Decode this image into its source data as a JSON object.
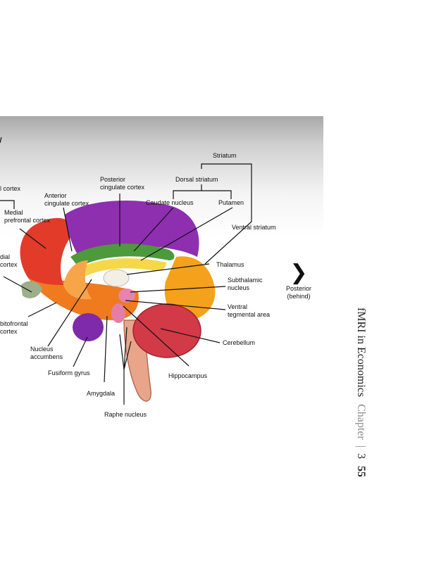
{
  "figure": {
    "labels": {
      "striatum": "Striatum",
      "dorsal_striatum": "Dorsal striatum",
      "caudate_nucleus": "Caudate nucleus",
      "putamen": "Putamen",
      "ventral_striatum": "Ventral striatum",
      "posterior_cingulate": "Posterior\ncingulate cortex",
      "anterior_cingulate": "Anterior\ncingulate cortex",
      "lateral_cortex_partial": "l cortex",
      "medial_prefrontal": "Medial\nprefrontal cortex",
      "medial_partial": "dial\ncortex",
      "orbitofrontal_partial": "bitofrontal\ncortex",
      "thalamus": "Thalamus",
      "subthalamic": "Subthalamic\nnucleus",
      "vta": "Ventral\ntegmental area",
      "cerebellum": "Cerebellum",
      "hippocampus": "Hippocampus",
      "nucleus_accumbens": "Nucleus\naccumbens",
      "fusiform_gyrus": "Fusiform gyrus",
      "amygdala": "Amygdala",
      "raphe_nucleus": "Raphe nucleus"
    },
    "nav": {
      "icon": "chevron-right-icon",
      "label": "Posterior\n(behind)"
    }
  },
  "running_head": {
    "title": "fMRI in Economics",
    "chapter_label": "Chapter",
    "separator": "|",
    "chapter_number": "3",
    "page_number": "55"
  }
}
